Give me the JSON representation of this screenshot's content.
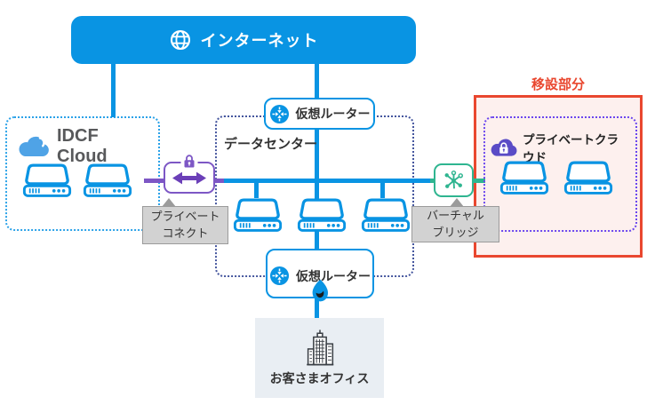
{
  "internet": {
    "label": "インターネット"
  },
  "idcf": {
    "logo_text": "IDCF Cloud",
    "server_count": 2
  },
  "datacenter": {
    "label": "データセンター",
    "server_count": 3
  },
  "router_top": {
    "label": "仮想ルーター"
  },
  "router_bottom": {
    "label": "仮想ルーター"
  },
  "private_connect": {
    "line1": "プライベート",
    "line2": "コネクト"
  },
  "virtual_bridge": {
    "line1": "バーチャル",
    "line2": "ブリッジ"
  },
  "relocation": {
    "label": "移設部分"
  },
  "private_cloud": {
    "label": "プライベートクラウド",
    "server_count": 2
  },
  "office": {
    "label": "お客さまオフィス"
  },
  "colors": {
    "brand_blue": "#0994e3",
    "idcf_dotted": "#2ba2e8",
    "navy_dotted": "#45569e",
    "purple": "#7d57c5",
    "purple_dark": "#6b3fb8",
    "violet_dotted": "#6b46ee",
    "green": "#2fb590",
    "red": "#e9472f",
    "pink": "#fdf0ee",
    "gray_fill": "#d2d2d2",
    "gray_border": "#9b9b9b",
    "office_fill": "#e9eef3",
    "text_dark": "#333333",
    "logo_gray": "#58595b",
    "cloud_purple": "#5a4bc6",
    "logo_cloud": "#4fa3e6",
    "building_gray": "#3b4046",
    "flame_dark": "#1b1b1b"
  }
}
